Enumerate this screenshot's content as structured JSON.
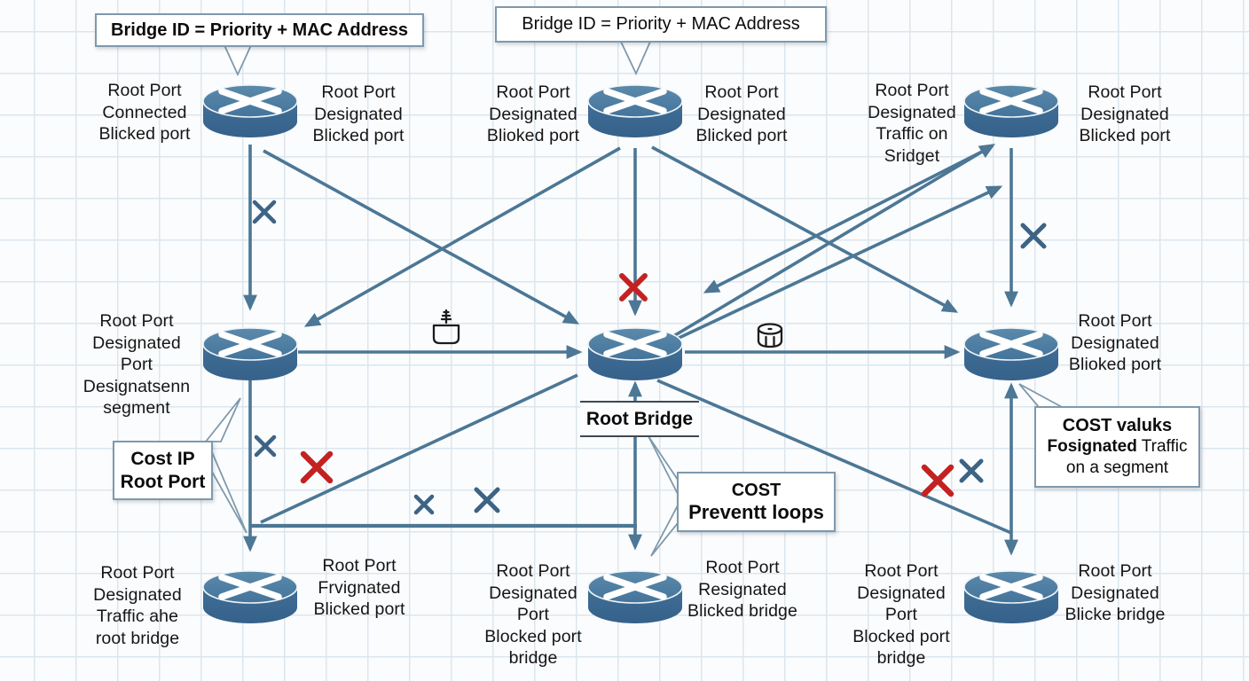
{
  "figure": {
    "type": "network-topology-diagram",
    "topic": "Spanning Tree Protocol root bridge diagram with router nodes, port-role labels, blocked-link X marks and callouts"
  },
  "callouts": {
    "bridge_id_left": "Bridge ID = Priority + MAC Address",
    "bridge_id_center": "Bridge ID = Priority + MAC Address",
    "cost_ip": {
      "line1": "Cost IP",
      "line2": "Root Port"
    },
    "root_bridge": "Root Bridge",
    "cost_prevent": {
      "line1": "COST",
      "line2": "Preventt loops"
    },
    "cost_values": {
      "line1": "COST valuks",
      "line2_emph": "Fosignated",
      "line2_rest": "Traffic",
      "line3": "on a segment"
    }
  },
  "port_labels": [
    {
      "id": "tl-left",
      "lines": [
        "Root Port",
        "Connected",
        "Blicked port"
      ]
    },
    {
      "id": "tl-right",
      "lines": [
        "Root Port",
        "Designated",
        "Blicked port"
      ]
    },
    {
      "id": "tc-left",
      "lines": [
        "Root Port",
        "Designated",
        "Blioked port"
      ]
    },
    {
      "id": "tc-right",
      "lines": [
        "Root Port",
        "Designated",
        "Blicked port"
      ]
    },
    {
      "id": "tr-left",
      "lines": [
        "Root Port",
        "Designated",
        "Traffic on",
        "Sridget"
      ]
    },
    {
      "id": "tr-right",
      "lines": [
        "Root Port",
        "Designated",
        "Blicked port"
      ]
    },
    {
      "id": "ml-left",
      "lines": [
        "Root Port",
        "Designated",
        "Port",
        "Designatsenn",
        "segment"
      ]
    },
    {
      "id": "mr-right",
      "lines": [
        "Root Port",
        "Designated",
        "Blioked port"
      ]
    },
    {
      "id": "bl-left",
      "lines": [
        "Root Port",
        "Designated",
        "Traffic ahe",
        "root bridge"
      ]
    },
    {
      "id": "bl-right",
      "lines": [
        "Root Port",
        "Frvignated",
        "Blicked port"
      ]
    },
    {
      "id": "bc-left",
      "lines": [
        "Root Port",
        "Designated",
        "Port",
        "Blocked port",
        "bridge"
      ]
    },
    {
      "id": "bc-right",
      "lines": [
        "Root Port",
        "Resignated",
        "Blicked bridge"
      ]
    },
    {
      "id": "br-left",
      "lines": [
        "Root Port",
        "Designated",
        "Port",
        "Blocked port",
        "bridge"
      ]
    },
    {
      "id": "br-right",
      "lines": [
        "Root Port",
        "Designated",
        "Blicke bridge"
      ]
    }
  ],
  "icons": {
    "routers": "cisco-router-icon",
    "left_device": "beacon-device-icon",
    "right_device": "drum-device-icon",
    "blocked_marks": "x-mark-icon"
  },
  "colors": {
    "edge": "#4c7795",
    "router_top": "#4f80a5",
    "router_body": "#3e6f96",
    "x_blue": "#3d6385",
    "x_red": "#c32222",
    "callout_border": "#7e99ad",
    "grid_line": "#dce6ed"
  }
}
